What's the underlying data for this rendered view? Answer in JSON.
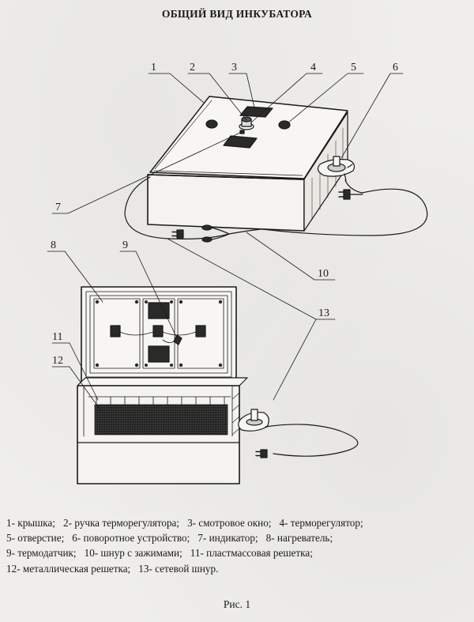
{
  "title": "ОБЩИЙ ВИД ИНКУБАТОРА",
  "callouts": [
    "1",
    "2",
    "3",
    "4",
    "5",
    "6",
    "7",
    "8",
    "9",
    "10",
    "11",
    "12",
    "13"
  ],
  "legend": [
    [
      "1- крышка;",
      "2- ручка терморегулятора;",
      "3- смотровое окно;",
      "4- терморегулятор;"
    ],
    [
      "5- отверстие;",
      "6- поворотное устройство;",
      "7- индикатор;",
      "8- нагреватель;"
    ],
    [
      "9- термодатчик;",
      "10- шнур с зажимами;",
      "11- пластмассовая решетка;"
    ],
    [
      "12- металлическая решетка;",
      "13- сетевой шнур."
    ]
  ],
  "caption": "Рис. 1",
  "colors": {
    "ink": "#1a1a1a",
    "paper": "#efeeea",
    "panel": "#2a2a2a"
  }
}
